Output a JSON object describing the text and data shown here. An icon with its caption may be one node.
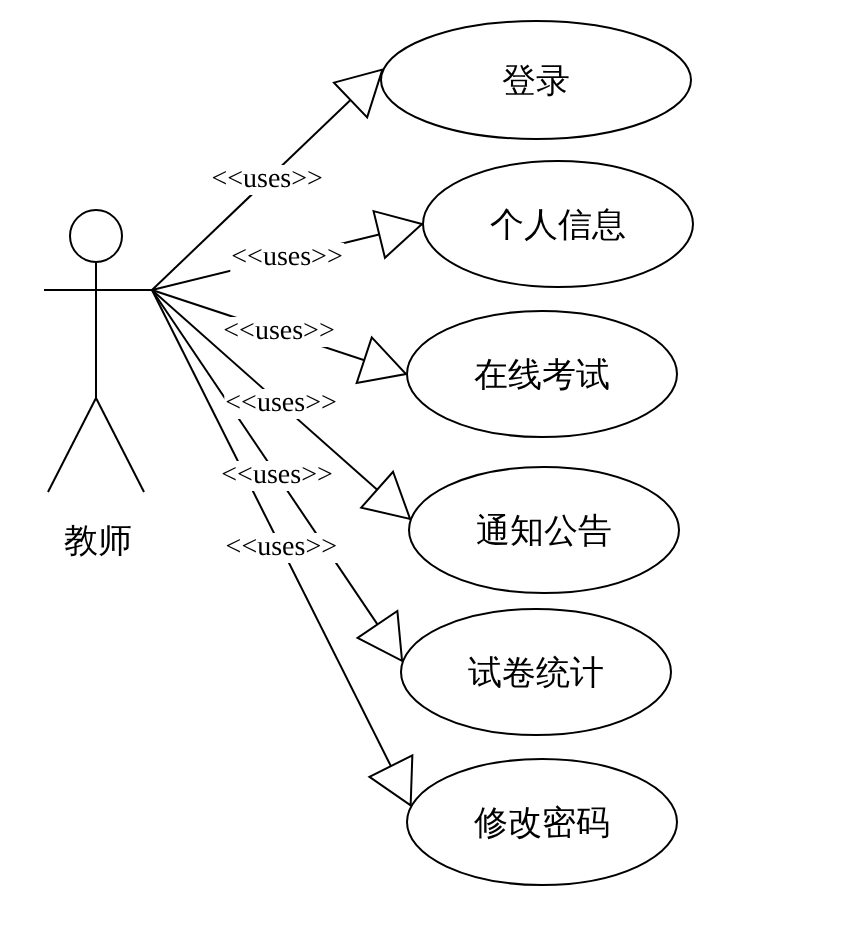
{
  "diagram": {
    "nodes": [
      {
        "text": [
          "教师"
        ]
      },
      {
        "text": [
          "登录"
        ]
      },
      {
        "text": [
          "个人信息"
        ]
      },
      {
        "text": [
          "在线考试"
        ]
      },
      {
        "text": [
          "通知公告"
        ]
      },
      {
        "text": [
          "试卷统计"
        ]
      },
      {
        "text": [
          "修改密码"
        ]
      }
    ],
    "edges": [
      {
        "from": 0,
        "to": 1,
        "arrow": "to",
        "label": "<<uses>>"
      },
      {
        "from": 0,
        "to": 2,
        "arrow": "to",
        "label": "<<uses>>"
      },
      {
        "from": 0,
        "to": 3,
        "arrow": "to",
        "label": "<<uses>>"
      },
      {
        "from": 0,
        "to": 4,
        "arrow": "to",
        "label": "<<uses>>"
      },
      {
        "from": 0,
        "to": 5,
        "arrow": "to",
        "label": "<<uses>>"
      },
      {
        "from": 0,
        "to": 6,
        "arrow": "to",
        "label": "<<uses>>"
      }
    ]
  }
}
